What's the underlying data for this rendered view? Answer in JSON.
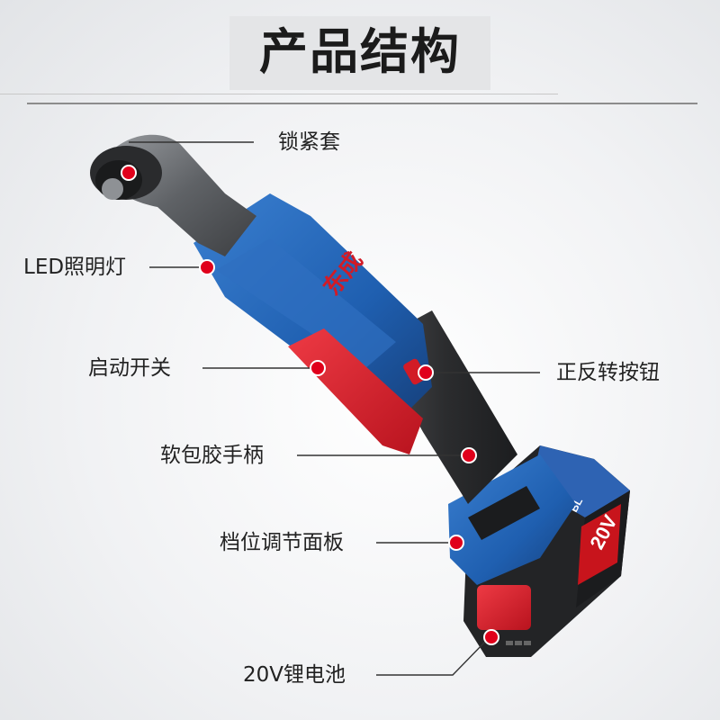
{
  "title": "产品结构",
  "brand_text": "东成",
  "battery": {
    "voltage_text": "20V",
    "badge_text": "BL"
  },
  "labels": {
    "locking_sleeve": "锁紧套",
    "led_light": "LED照明灯",
    "start_switch": "启动开关",
    "reverse_button": "正反转按钮",
    "soft_grip": "软包胶手柄",
    "gear_panel": "档位调节面板",
    "battery": "20V锂电池"
  },
  "colors": {
    "marker": "#e0001b",
    "body_blue": "#1f5fb0",
    "trigger_red": "#d91f2a",
    "metal": "#6b6e72",
    "dark": "#2a2b2d"
  }
}
